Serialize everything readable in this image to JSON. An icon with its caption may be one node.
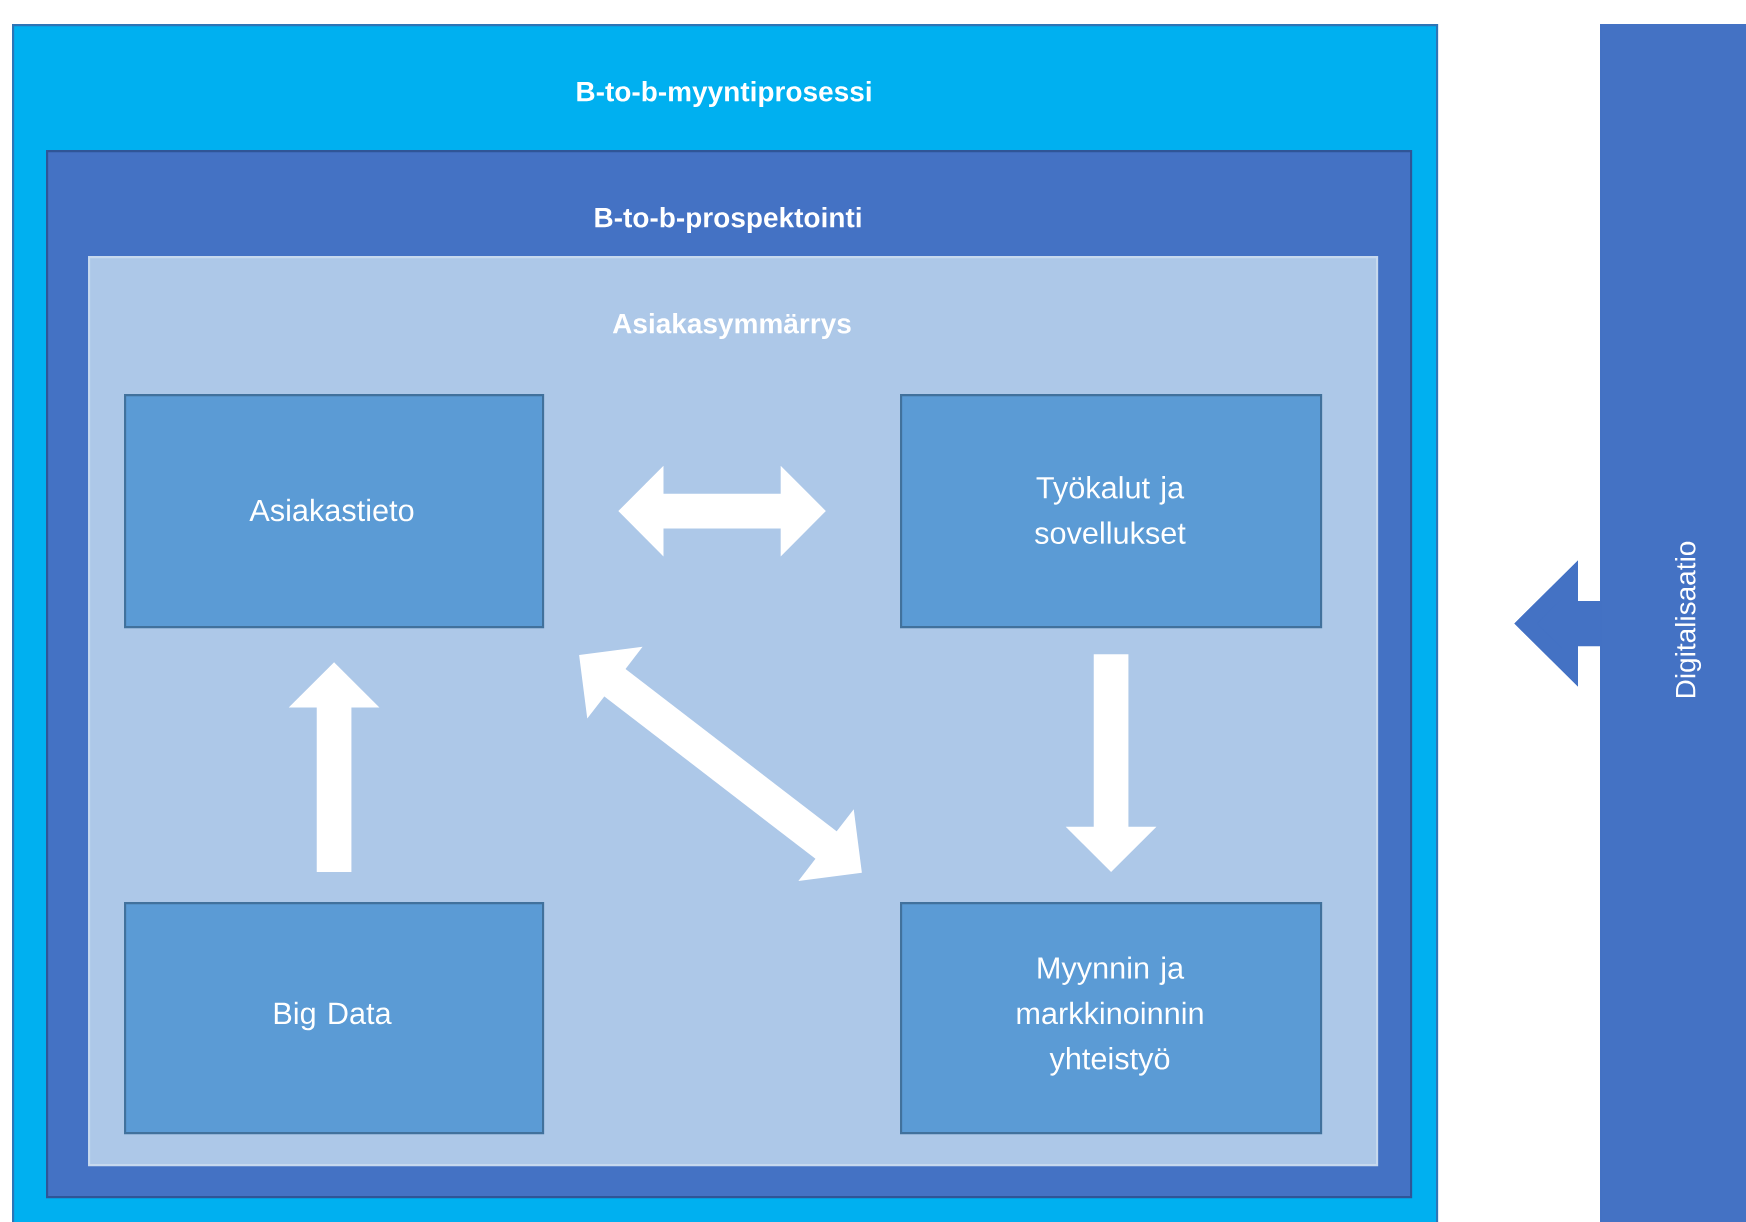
{
  "diagram": {
    "nodes": [
      {
        "text": [
          "B-to-b-myyntiprosessi"
        ]
      },
      {
        "text": [
          "B-to-b-prospektointi"
        ],
        "in": 0
      },
      {
        "text": [
          "Asiakasymmärrys"
        ],
        "in": 1
      },
      {
        "text": [
          "Asiakastieto"
        ],
        "in": 2
      },
      {
        "text": [
          "Työkalut ja sovellukset"
        ],
        "in": 2
      },
      {
        "text": [
          "Big Data"
        ],
        "in": 2
      },
      {
        "text": [
          "Myynnin ja markkinoinnin yhteistyö"
        ],
        "in": 2
      },
      {
        "text": [
          "Digitalisaatio"
        ]
      }
    ],
    "edges": [
      {
        "from": 3,
        "to": 4,
        "arrow": "both"
      },
      {
        "from": 5,
        "to": 3,
        "arrow": "to"
      },
      {
        "from": 4,
        "to": 6,
        "arrow": "to"
      },
      {
        "from": 3,
        "to": 6,
        "arrow": "both"
      },
      {
        "from": 7,
        "to": null,
        "arrow": "to",
        "color": "#4472c4"
      }
    ]
  }
}
